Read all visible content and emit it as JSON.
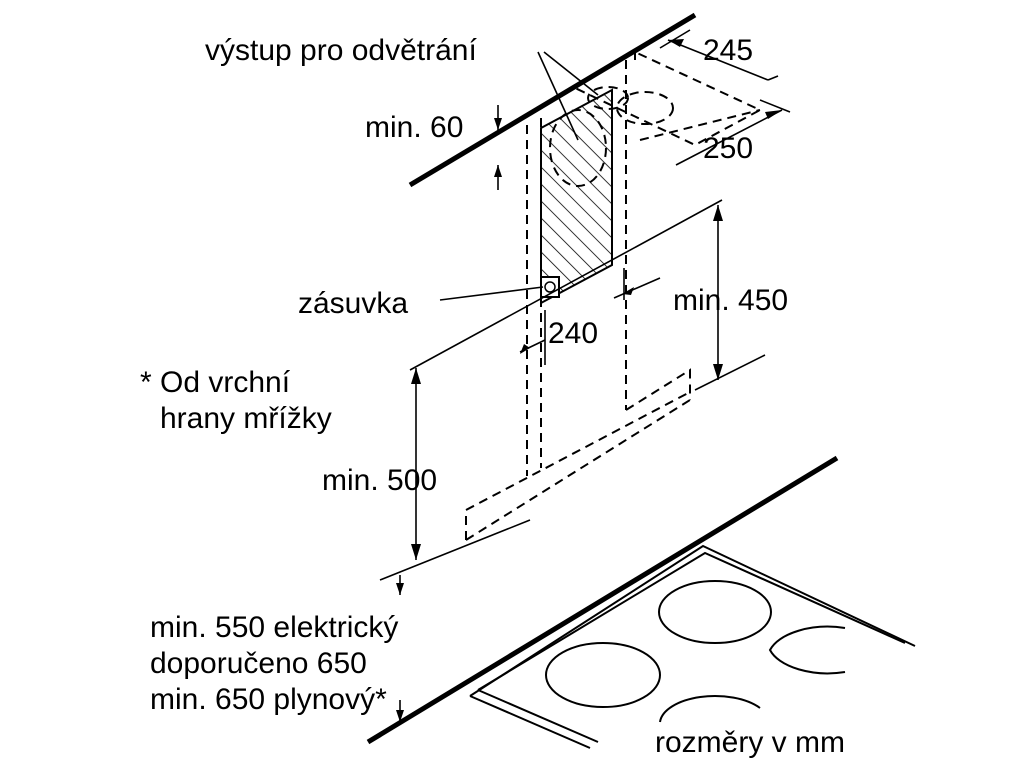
{
  "labels": {
    "outlet": "výstup pro odvětrání",
    "dim_245": "245",
    "dim_min60": "min. 60",
    "dim_250": "250",
    "dim_min450": "min. 450",
    "socket": "zásuvka",
    "dim_240": "240",
    "note_line1": "* Od vrchní",
    "note_line2": "hrany mřížky",
    "dim_min500": "min. 500",
    "clearance_line1": "min. 550 elektrický",
    "clearance_line2": "doporučeno 650",
    "clearance_line3": "min. 650 plynový*",
    "units": "rozměry v mm"
  }
}
